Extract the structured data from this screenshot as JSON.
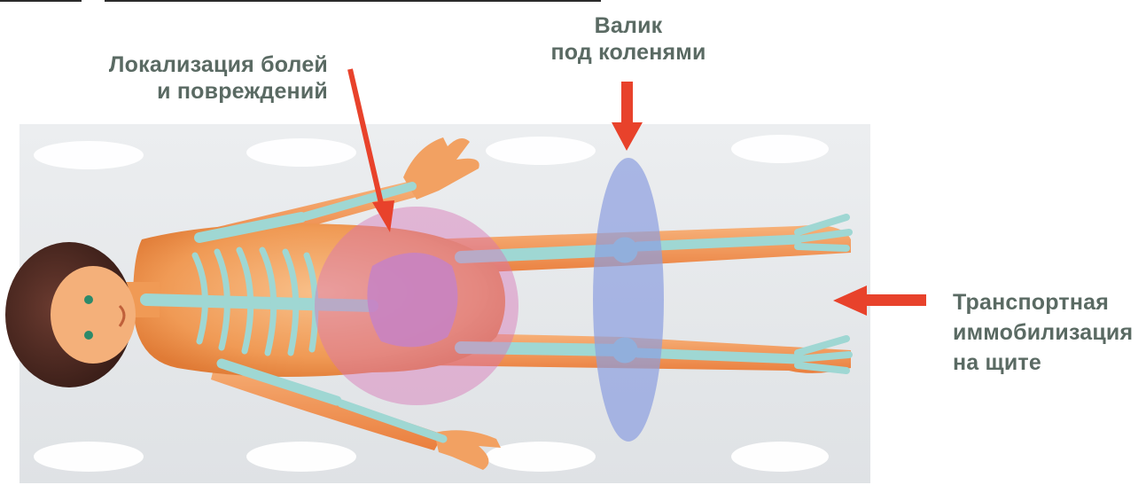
{
  "labels": {
    "pain_localization": {
      "line1": "Локализация болей",
      "line2": "и повреждений"
    },
    "knee_roll": {
      "line1": "Валик",
      "line2": "под коленями"
    },
    "transport_immobilization": {
      "line1": "Транспортная",
      "line2": "иммобилизация",
      "line3": "на щите"
    }
  },
  "colors": {
    "arrow": "#e8422b",
    "label_text": "#5a6a63",
    "pain_zone": "#d873b6",
    "knee_roll": "#8b9ee0",
    "skin": "#f2a162",
    "bones": "#9fd7d3",
    "board": "#e3e6e9"
  },
  "icons": [
    "red-arrow-icon",
    "human-body-figure"
  ]
}
